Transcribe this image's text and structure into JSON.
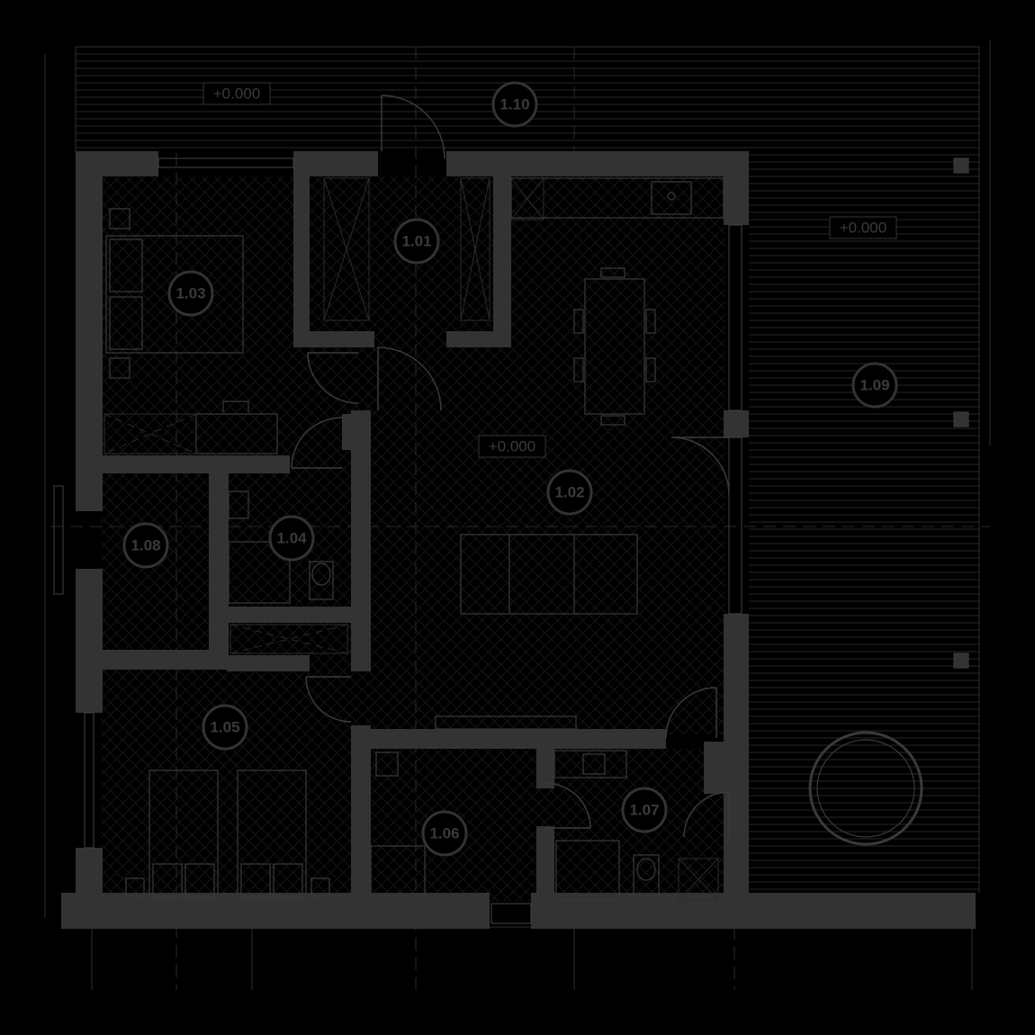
{
  "plan": {
    "rooms": [
      {
        "id": "r101",
        "label": "1.01"
      },
      {
        "id": "r102",
        "label": "1.02"
      },
      {
        "id": "r103",
        "label": "1.03"
      },
      {
        "id": "r104",
        "label": "1.04"
      },
      {
        "id": "r105",
        "label": "1.05"
      },
      {
        "id": "r106",
        "label": "1.06"
      },
      {
        "id": "r107",
        "label": "1.07"
      },
      {
        "id": "r108",
        "label": "1.08"
      },
      {
        "id": "r109",
        "label": "1.09"
      },
      {
        "id": "r110",
        "label": "1.10"
      }
    ],
    "levels": [
      {
        "id": "lvl-terrace-north",
        "text": "+0.000"
      },
      {
        "id": "lvl-terrace-east",
        "text": "+0.000"
      },
      {
        "id": "lvl-living",
        "text": "+0.000"
      }
    ],
    "colors": {
      "background": "#000000",
      "wall": "#333333",
      "line": "#2e2e2e",
      "text": "#3a3a3a"
    }
  }
}
